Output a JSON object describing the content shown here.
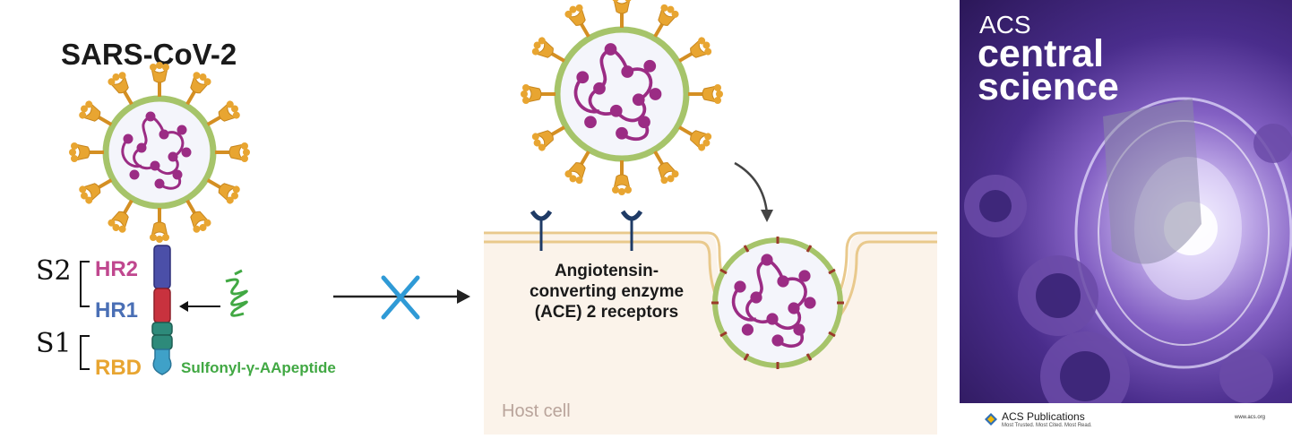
{
  "left_panel": {
    "title": "SARS-CoV-2",
    "subunit_s2": "S2",
    "subunit_s1": "S1",
    "domain_hr2": "HR2",
    "domain_hr1": "HR1",
    "domain_rbd": "RBD",
    "peptide_label": "Sulfonyl-γ-AApeptide"
  },
  "middle_panel": {
    "receptor_label": "Angiotensin-converting enzyme (ACE) 2 receptors",
    "host_label": "Host cell"
  },
  "cover": {
    "acs": "ACS",
    "central": "central",
    "science": "science",
    "publisher": "ACS Publications",
    "publisher_tagline": "Most Trusted. Most Cited. Most Read.",
    "url": "www.acs.org"
  },
  "colors": {
    "spike_orange": "#e8a531",
    "rna_magenta": "#9b2c84",
    "envelope_green": "#a6c46a",
    "hr2_blue": "#4b4fa8",
    "hr1_red": "#c8323e",
    "rbd_teal": "#2d8a7a",
    "peptide_green": "#41a843",
    "blocked_x_blue": "#2f9ad6",
    "host_cell_fill": "#fbf3ea",
    "membrane_gold": "#e9c98c",
    "receptor_navy": "#1f3b66"
  }
}
